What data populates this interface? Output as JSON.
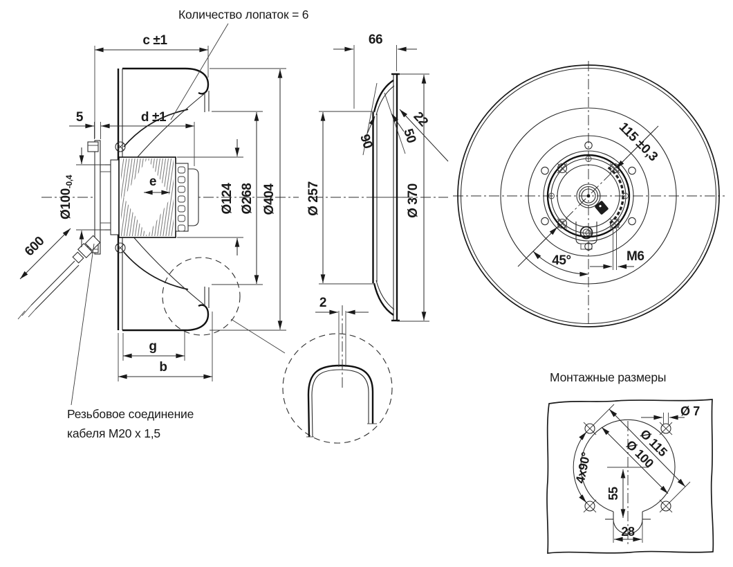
{
  "drawing": {
    "background": "#ffffff",
    "ink": "#1a1a1a",
    "blade_note": "Количество лопаток = 6",
    "cable_note_line1": "Резьбовое соединение",
    "cable_note_line2": "кабеля М20 х 1,5"
  },
  "left_view": {
    "dim_c": "c ±1",
    "dim_5": "5",
    "dim_d": "d ±1",
    "dim_e": "e",
    "dim_d100": "Ø100",
    "dim_d100_tol": "-0,4",
    "dim_600": "600",
    "dim_d124": "Ø124",
    "dim_d268": "Ø268",
    "dim_d404": "Ø404",
    "dim_g": "g",
    "dim_b": "b"
  },
  "middle_view": {
    "dim_66": "66",
    "dim_90": "90",
    "dim_50": "50",
    "dim_22": "22",
    "dim_d257": "Ø 257",
    "dim_d370": "Ø 370",
    "dim_2": "2"
  },
  "right_view": {
    "dim_115": "115 ±0,3",
    "dim_45": "45°",
    "dim_m6": "M6"
  },
  "mounting": {
    "title": "Монтажные размеры",
    "dim_d7": "Ø 7",
    "dim_d115": "Ø 115",
    "dim_d100": "Ø 100",
    "dim_4x90": "4x90°",
    "dim_55": "55",
    "dim_28": "28"
  }
}
